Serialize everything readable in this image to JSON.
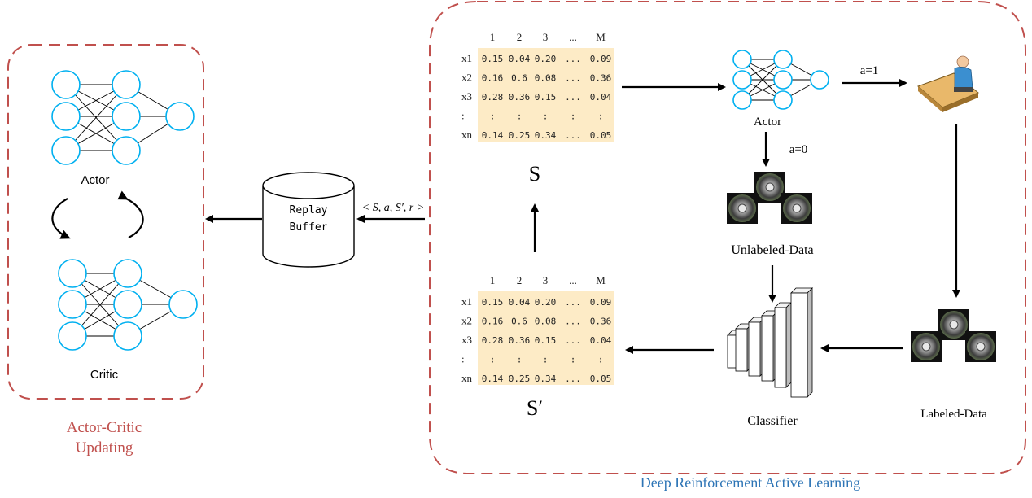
{
  "left_panel": {
    "actor_label": "Actor",
    "critic_label": "Critic",
    "caption_line1": "Actor-Critic",
    "caption_line2": "Updating",
    "caption_color": "#c0504d"
  },
  "replay_buffer": {
    "line1": "Replay",
    "line2": "Buffer"
  },
  "transition_label": "< S, a, S′, r >",
  "state_tables": {
    "header": [
      "1",
      "2",
      "3",
      "...",
      "M"
    ],
    "row_labels": [
      "x1",
      "x2",
      "x3",
      ":",
      "xn"
    ],
    "rows": [
      [
        "0.15",
        "0.04",
        "0.20",
        "...",
        "0.09"
      ],
      [
        "0.16",
        "0.6",
        "0.08",
        "...",
        "0.36"
      ],
      [
        "0.28",
        "0.36",
        "0.15",
        "...",
        "0.04"
      ],
      [
        ":",
        ":",
        ":",
        ":",
        ":"
      ],
      [
        "0.14",
        "0.25",
        "0.34",
        "...",
        "0.05"
      ]
    ],
    "state_label": "S",
    "next_state_label": "S′"
  },
  "right_panel": {
    "actor_label": "Actor",
    "action_label_one": "a=1",
    "action_label_zero": "a=0",
    "unlabeled_label": "Unlabeled-Data",
    "labeled_label": "Labeled-Data",
    "classifier_label": "Classifier",
    "caption": "Deep Reinforcement Active Learning",
    "caption_color": "#2e75b6"
  },
  "icons": [
    "neural-network-icon",
    "database-cylinder-icon",
    "annotator-at-computer-icon",
    "disc-image-icon",
    "cnn-layers-icon",
    "cycle-arrows-icon"
  ]
}
